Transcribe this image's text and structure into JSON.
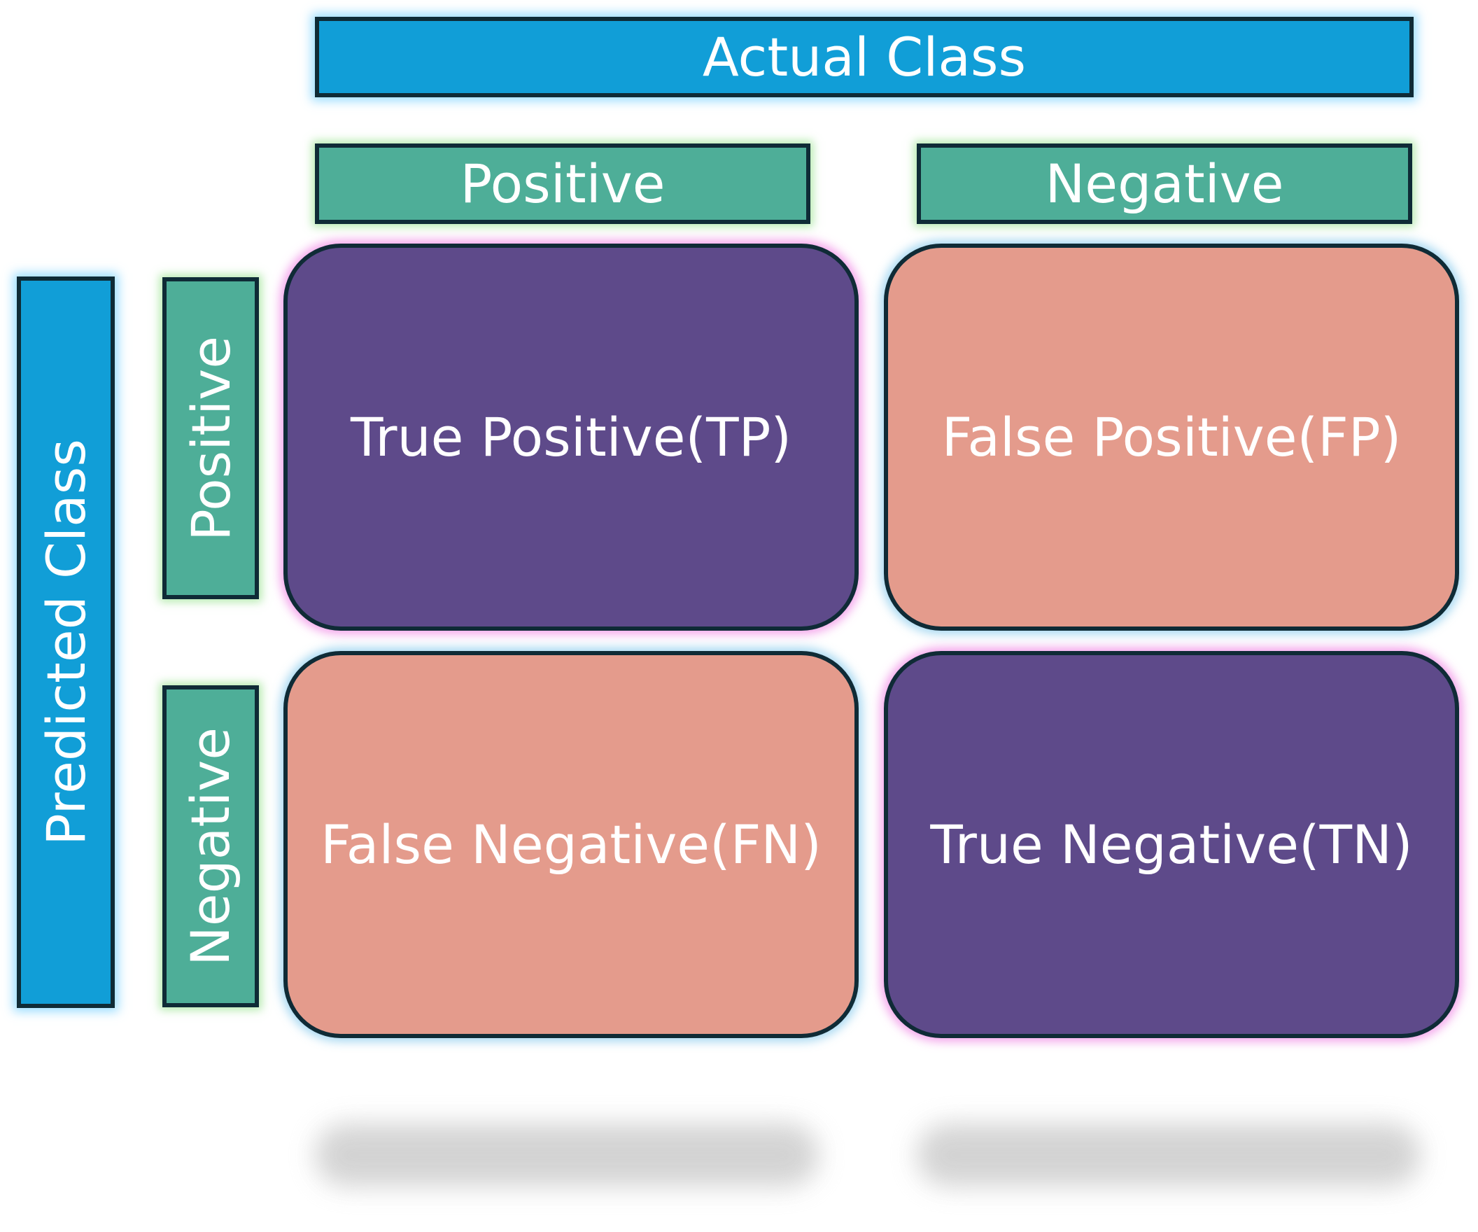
{
  "actual_class": "Actual Class",
  "predicted_class": "Predicted Class",
  "columns": [
    {
      "label": "Positive"
    },
    {
      "label": "Negative"
    }
  ],
  "rows": [
    {
      "label": "Positive"
    },
    {
      "label": "Negative"
    }
  ],
  "cells": [
    [
      {
        "label": "True Positive(TP)",
        "color": "#5e4a8a"
      },
      {
        "label": "False Positive(FP)",
        "color": "#e49b8c"
      }
    ],
    [
      {
        "label": "False Negative(FN)",
        "color": "#e49b8c"
      },
      {
        "label": "True Negative(TN)",
        "color": "#5e4a8a"
      }
    ]
  ],
  "colors": {
    "header_blue": "#119ed7",
    "header_green": "#4eae98",
    "border": "#0f2b36"
  }
}
